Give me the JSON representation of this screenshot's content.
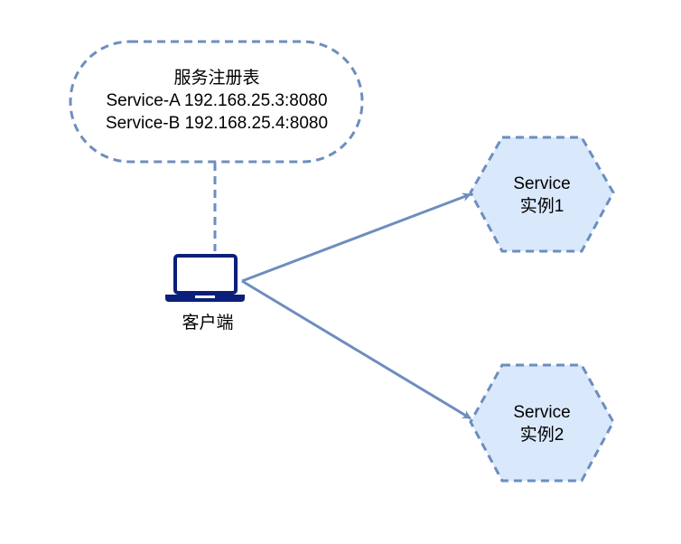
{
  "registry": {
    "title": "服务注册表",
    "entries": [
      "Service-A 192.168.25.3:8080",
      "Service-B 192.168.25.4:8080"
    ]
  },
  "client": {
    "label": "客户端",
    "icon": "laptop-icon"
  },
  "services": [
    {
      "name": "Service",
      "instance": "实例1"
    },
    {
      "name": "Service",
      "instance": "实例2"
    }
  ],
  "colors": {
    "stroke": "#6c8ebf",
    "hexagon_fill": "#dae8fc",
    "laptop": "#0b1f7a",
    "text": "#000000"
  }
}
